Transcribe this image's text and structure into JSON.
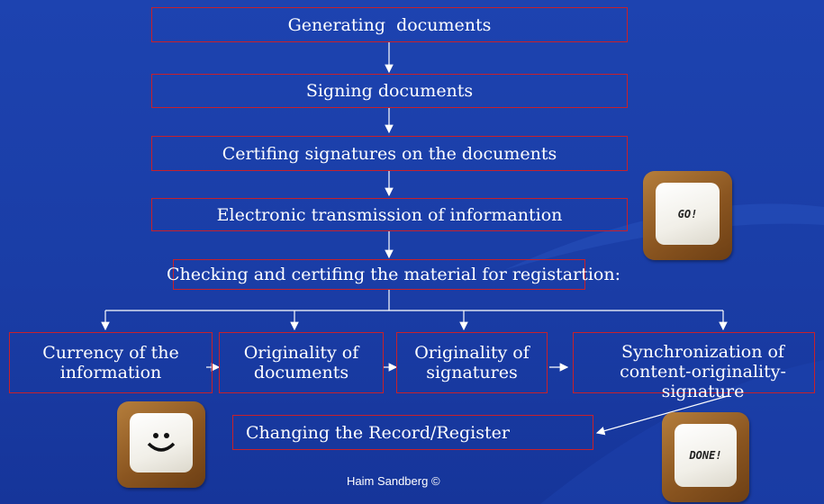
{
  "flow": {
    "step1": "Generating  documents",
    "step2": "Signing documents",
    "step3": "Certifing signatures on the documents",
    "step4": "Electronic transmission of informantion",
    "step5": "Checking and certifing the material for registartion:",
    "branch1": "Currency of the information",
    "branch2": "Originality of documents",
    "branch3": "Originality of signatures",
    "branch4": "Synchronization of content-originality-signature",
    "final": "Changing the Record/Register"
  },
  "keys": {
    "go": "GO!",
    "smile": ":)",
    "done": "DONE!"
  },
  "footer": "Haim Sandberg ©",
  "colors": {
    "background": "#1a3da6",
    "box_border": "#c8202a",
    "text": "#ffffff"
  }
}
